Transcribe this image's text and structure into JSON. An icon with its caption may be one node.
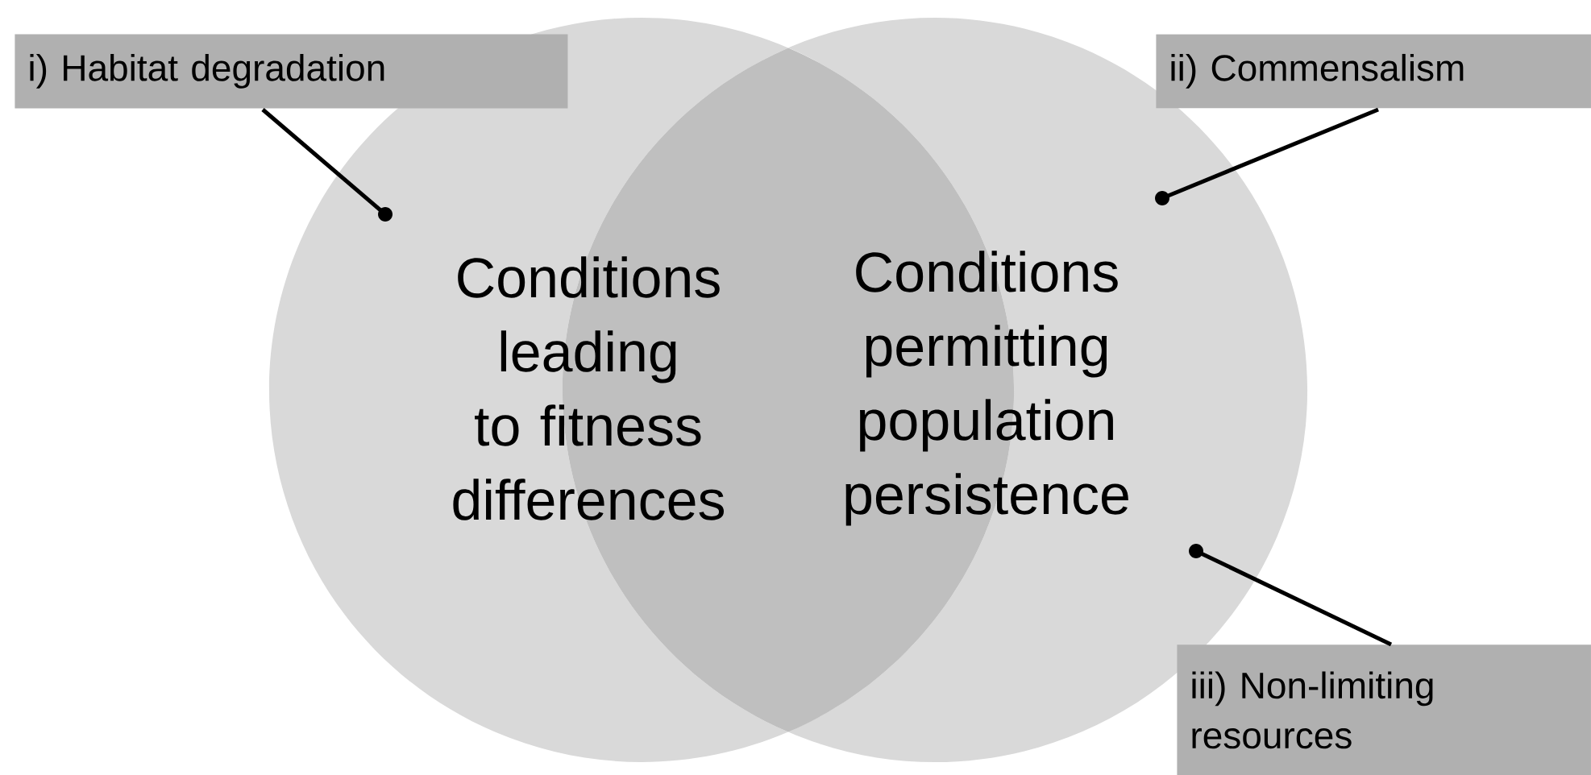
{
  "diagram": {
    "nodes": [
      {
        "text": [
          "Conditions leading to fitness differences"
        ]
      },
      {
        "text": [
          "Conditions permitting population persistence"
        ]
      },
      {
        "text": [
          "i) Habitat degradation"
        ]
      },
      {
        "text": [
          "ii) Commensalism"
        ]
      },
      {
        "text": [
          "iii) Non-limiting resources"
        ]
      }
    ],
    "edges": [
      {
        "from": 2,
        "to": 0,
        "arrow": "other"
      },
      {
        "from": 3,
        "to": 1,
        "arrow": "other"
      },
      {
        "from": 4,
        "to": 1,
        "arrow": "other"
      }
    ]
  }
}
